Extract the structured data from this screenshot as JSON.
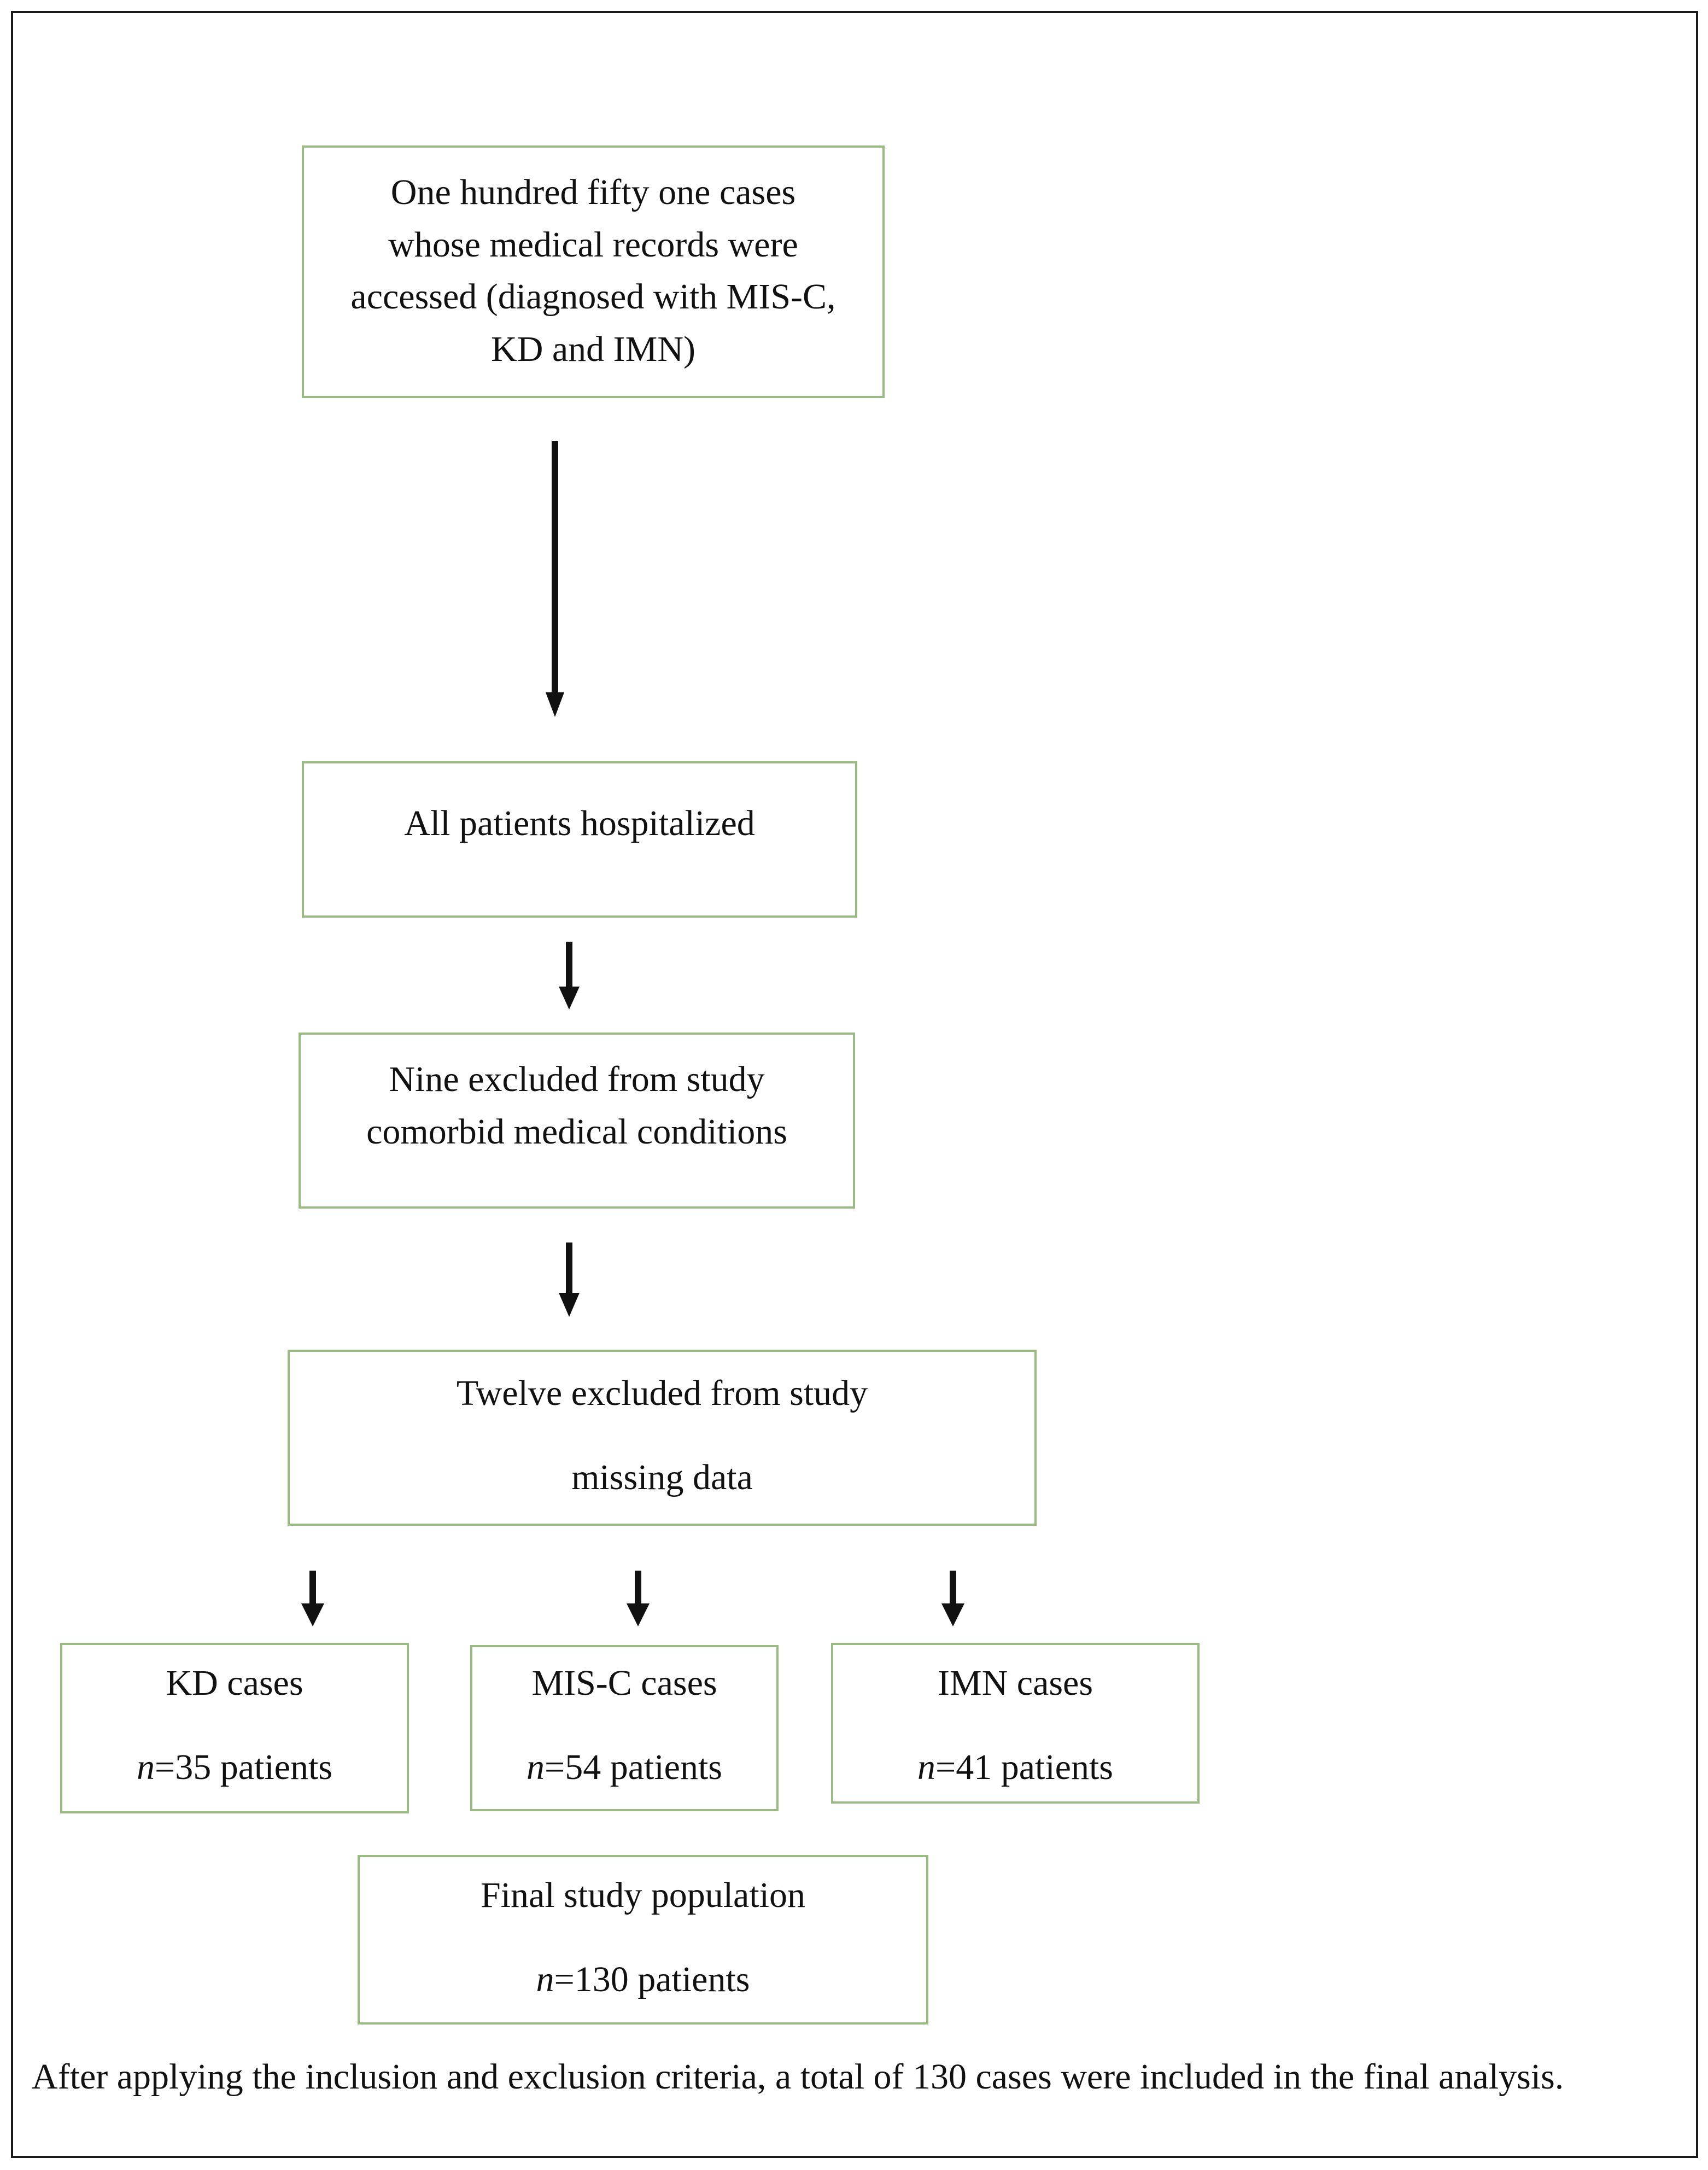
{
  "boxes": {
    "accessed": {
      "lines": [
        "One hundred fifty one cases",
        "whose medical records were",
        "accessed (diagnosed with MIS-C,",
        "KD and IMN)"
      ]
    },
    "hospitalized": {
      "lines": [
        "All patients hospitalized"
      ]
    },
    "excluded_comorbid": {
      "lines": [
        "Nine excluded from study",
        "comorbid medical conditions"
      ]
    },
    "excluded_missing": {
      "lines": [
        "Twelve excluded from study",
        "missing data"
      ]
    },
    "kd": {
      "title": "KD cases",
      "n_symbol": "n",
      "count": "=35 patients"
    },
    "misc": {
      "title": "MIS-C cases",
      "n_symbol": "n",
      "count": "=54 patients"
    },
    "imn": {
      "title": "IMN cases",
      "n_symbol": "n",
      "count": "=41 patients"
    },
    "final": {
      "title": "Final study population",
      "n_symbol": "n",
      "count": "=130 patients"
    }
  },
  "caption": "After applying the inclusion and exclusion criteria, a total of 130 cases were included in the final analysis.",
  "colors": {
    "box_border": "#9bbb84",
    "arrow": "#111111",
    "frame": "#1a1a1a"
  }
}
